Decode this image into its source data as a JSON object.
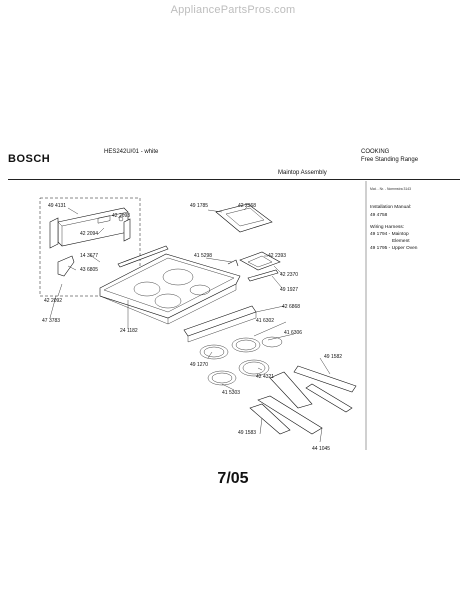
{
  "watermark": "AppliancePartsPros.com",
  "header": {
    "brand": "BOSCH",
    "model": "HES242U/01 - white",
    "category": "COOKING",
    "category_sub": "Free Standing Range",
    "assembly": "Maintop Assembly",
    "tiny_note": "Mat. - Nr. - Nommstra 3143"
  },
  "side_notes": {
    "manual_title": "Installation Manual:",
    "manual_num": "49 4758",
    "harness_title": "Wiring Harness:",
    "harness_1_num": "49 1794 - Maintop",
    "harness_1_name": "Element",
    "harness_2": "49 1795 - Upper Oven"
  },
  "parts": {
    "p491431": "49 4131",
    "p422093": "42 2093",
    "p422094": "42 2094",
    "p143677": "14 3677",
    "p436805": "43 6805",
    "p422092": "42 2092",
    "p473783": "47 3783",
    "p491785": "49 1785",
    "p422368": "42 2368",
    "p415298": "41 5298",
    "p422393": "42 2393",
    "p422370": "42 2370",
    "p491927": "49 1927",
    "p426868": "42 6868",
    "p241182": "24 1182",
    "p416302": "41 6302",
    "p416306": "41 6306",
    "p491270": "49 1270",
    "p424321": "42 4321",
    "p415303": "41 5303",
    "p491582": "49 1582",
    "p491583": "49 1583",
    "p441045": "44 1045"
  },
  "footer": "7/05"
}
